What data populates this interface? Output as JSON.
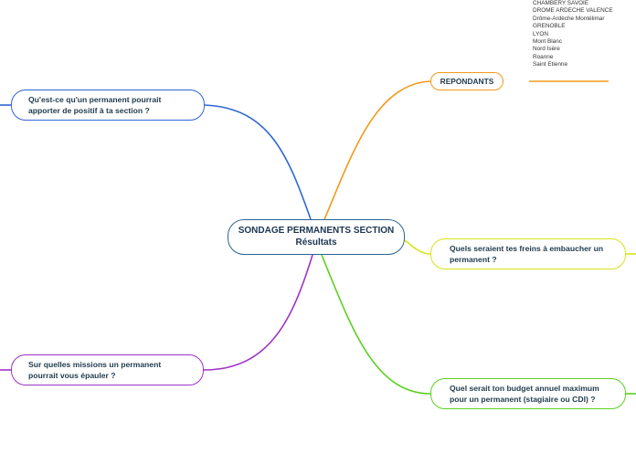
{
  "center": {
    "line1": "SONDAGE PERMANENTS SECTION",
    "line2": "Résultats"
  },
  "nodes": {
    "apport": {
      "line1": "Qu'est-ce qu'un permanent pourrait",
      "line2": "apporter de positif à ta section ?"
    },
    "repondants": {
      "label": "REPONDANTS"
    },
    "freins": {
      "line1": "Quels seraient tes freins à embaucher un",
      "line2": "permanent ?"
    },
    "missions": {
      "line1": "Sur quelles missions un permanent",
      "line2": "pourrait vous épauler ?"
    },
    "budget": {
      "line1": "Quel serait ton budget annuel maximum",
      "line2": "pour un permanent (stagiaire ou CDI) ?"
    }
  },
  "respondents": [
    "CHAMBERY SAVOIE",
    "DROME ARDECHE VALENCE",
    "Drôme-Ardèche Montélimar",
    "GRENOBLE",
    "LYON",
    "Mont Blanc",
    "Nord Isère",
    "Roanne",
    "Saint Etienne"
  ],
  "colors": {
    "center": "#2a6496",
    "apport": "#2f66d6",
    "repondants": "#f29a1a",
    "freins": "#d8e21a",
    "missions": "#a032c8",
    "budget": "#5ad11f"
  }
}
